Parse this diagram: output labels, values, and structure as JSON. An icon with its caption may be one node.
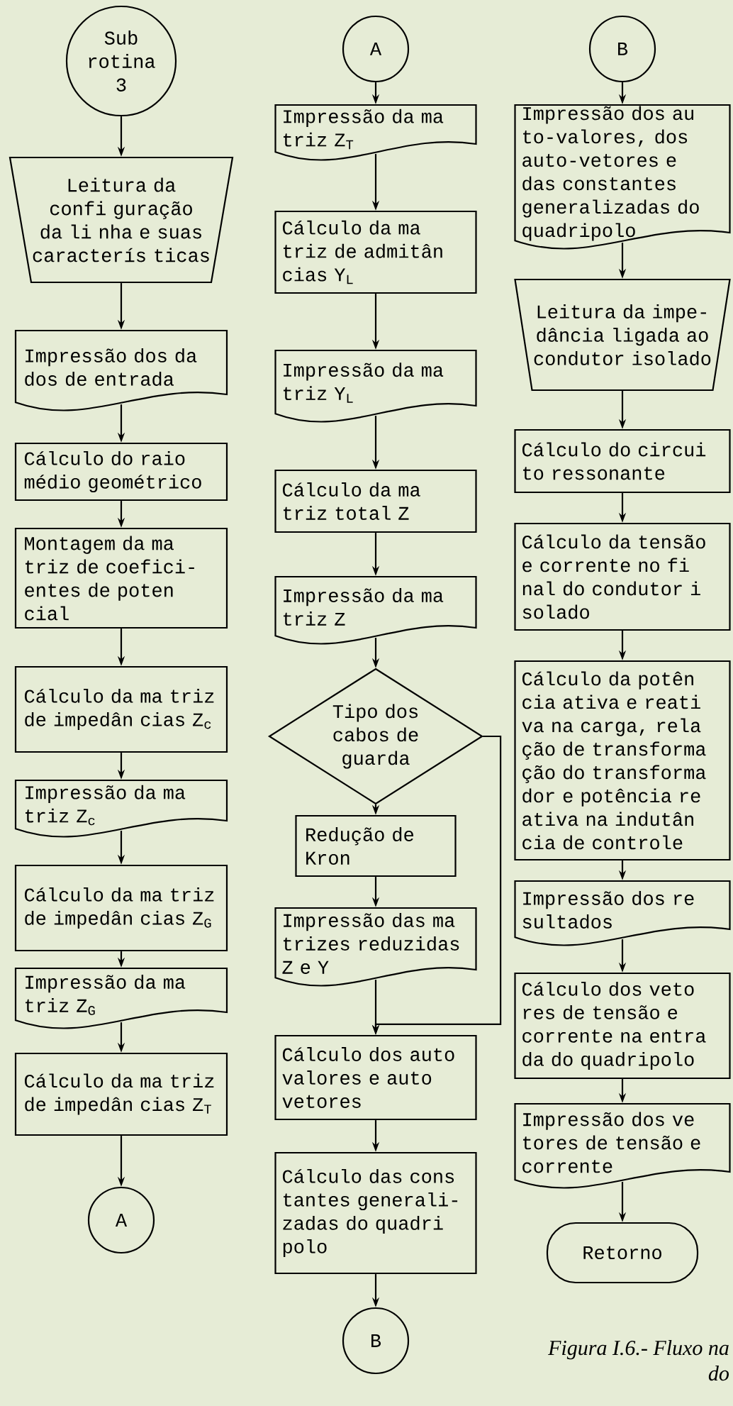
{
  "diagram": {
    "caption": "Figura I.6.- Fluxo na do",
    "nodes": [
      {
        "text": [
          "Sub rotina 3"
        ]
      },
      {
        "text": [
          "Leitura da confi guração da li nha e suas caracterís ticas"
        ]
      },
      {
        "text": [
          "Impressão dos da dos de entrada"
        ]
      },
      {
        "text": [
          "Cálculo do raio médio geométrico"
        ]
      },
      {
        "text": [
          "Montagem da ma triz de coefici- entes de poten cial"
        ]
      },
      {
        "text": [
          "Cálculo da ma triz de impedân cias Z$_{c}$"
        ]
      },
      {
        "text": [
          "Impressão da ma triz Z$_{c}$"
        ]
      },
      {
        "text": [
          "Cálculo da ma triz de impedân cias Z$_{G}$"
        ]
      },
      {
        "text": [
          "Impressão da ma triz Z$_{G}$"
        ]
      },
      {
        "text": [
          "Cálculo da ma triz de impedân cias Z$_{T}$"
        ]
      },
      {
        "text": [
          "A"
        ]
      },
      {
        "text": [
          "A"
        ]
      },
      {
        "text": [
          "Impressão da ma triz Z$_{T}$"
        ]
      },
      {
        "text": [
          "Cálculo da ma triz de admitân cias Y$_{L}$"
        ]
      },
      {
        "text": [
          "Impressão da ma triz Y$_{L}$"
        ]
      },
      {
        "text": [
          "Cálculo da ma triz total Z"
        ]
      },
      {
        "text": [
          "Impressão da ma triz Z"
        ]
      },
      {
        "text": [
          "Tipo dos cabos de guarda"
        ]
      },
      {
        "text": [
          "Redução de Kron"
        ]
      },
      {
        "text": [
          "Impressão das ma trizes reduzidas Z e Y"
        ]
      },
      {
        "text": [
          "Cálculo dos auto valores e auto vetores"
        ]
      },
      {
        "text": [
          "Cálculo das cons tantes generali- zadas do quadri polo"
        ]
      },
      {
        "text": [
          "B"
        ]
      },
      {
        "text": [
          "B"
        ]
      },
      {
        "text": [
          "Impressão dos au to-valores, dos auto-vetores e das constantes generalizadas do quadripolo"
        ]
      },
      {
        "text": [
          "Leitura da impe- dância ligada ao condutor isolado"
        ]
      },
      {
        "text": [
          "Cálculo do circui to ressonante"
        ]
      },
      {
        "text": [
          "Cálculo da tensão e corrente no fi nal do condutor i solado"
        ]
      },
      {
        "text": [
          "Cálculo da potên cia ativa e reati va na carga, rela ção de transforma ção do transforma dor e potência re ativa na indutân cia de controle"
        ]
      },
      {
        "text": [
          "Impressão dos re sultados"
        ]
      },
      {
        "text": [
          "Cálculo dos veto res de tensão e corrente na entra da do quadripolo"
        ]
      },
      {
        "text": [
          "Impressão dos ve tores de tensão e corrente"
        ]
      },
      {
        "text": [
          "Retorno"
        ]
      }
    ],
    "edges": [
      {
        "from": 0,
        "to": 1,
        "arrow": "to"
      },
      {
        "from": 1,
        "to": 2,
        "arrow": "to"
      },
      {
        "from": 2,
        "to": 3,
        "arrow": "to"
      },
      {
        "from": 3,
        "to": 4,
        "arrow": "to"
      },
      {
        "from": 4,
        "to": 5,
        "arrow": "to"
      },
      {
        "from": 5,
        "to": 6,
        "arrow": "to"
      },
      {
        "from": 6,
        "to": 7,
        "arrow": "to"
      },
      {
        "from": 7,
        "to": 8,
        "arrow": "to"
      },
      {
        "from": 8,
        "to": 9,
        "arrow": "to"
      },
      {
        "from": 9,
        "to": 10,
        "arrow": "to"
      },
      {
        "from": 11,
        "to": 12,
        "arrow": "to"
      },
      {
        "from": 12,
        "to": 13,
        "arrow": "to"
      },
      {
        "from": 13,
        "to": 14,
        "arrow": "to"
      },
      {
        "from": 14,
        "to": 15,
        "arrow": "to"
      },
      {
        "from": 15,
        "to": 16,
        "arrow": "to"
      },
      {
        "from": 16,
        "to": 17,
        "arrow": "to"
      },
      {
        "from": 17,
        "to": 18,
        "arrow": "to"
      },
      {
        "from": 18,
        "to": 19,
        "arrow": "to"
      },
      {
        "from": 17,
        "to": 20,
        "arrow": "to"
      },
      {
        "from": 19,
        "to": 20,
        "arrow": "to"
      },
      {
        "from": 20,
        "to": 21,
        "arrow": "to"
      },
      {
        "from": 21,
        "to": 22,
        "arrow": "to"
      },
      {
        "from": 23,
        "to": 24,
        "arrow": "to"
      },
      {
        "from": 24,
        "to": 25,
        "arrow": "to"
      },
      {
        "from": 25,
        "to": 26,
        "arrow": "to"
      },
      {
        "from": 26,
        "to": 27,
        "arrow": "to"
      },
      {
        "from": 27,
        "to": 28,
        "arrow": "to"
      },
      {
        "from": 28,
        "to": 29,
        "arrow": "to"
      },
      {
        "from": 29,
        "to": 30,
        "arrow": "to"
      },
      {
        "from": 30,
        "to": 31,
        "arrow": "to"
      },
      {
        "from": 31,
        "to": 32,
        "arrow": "to"
      }
    ]
  }
}
